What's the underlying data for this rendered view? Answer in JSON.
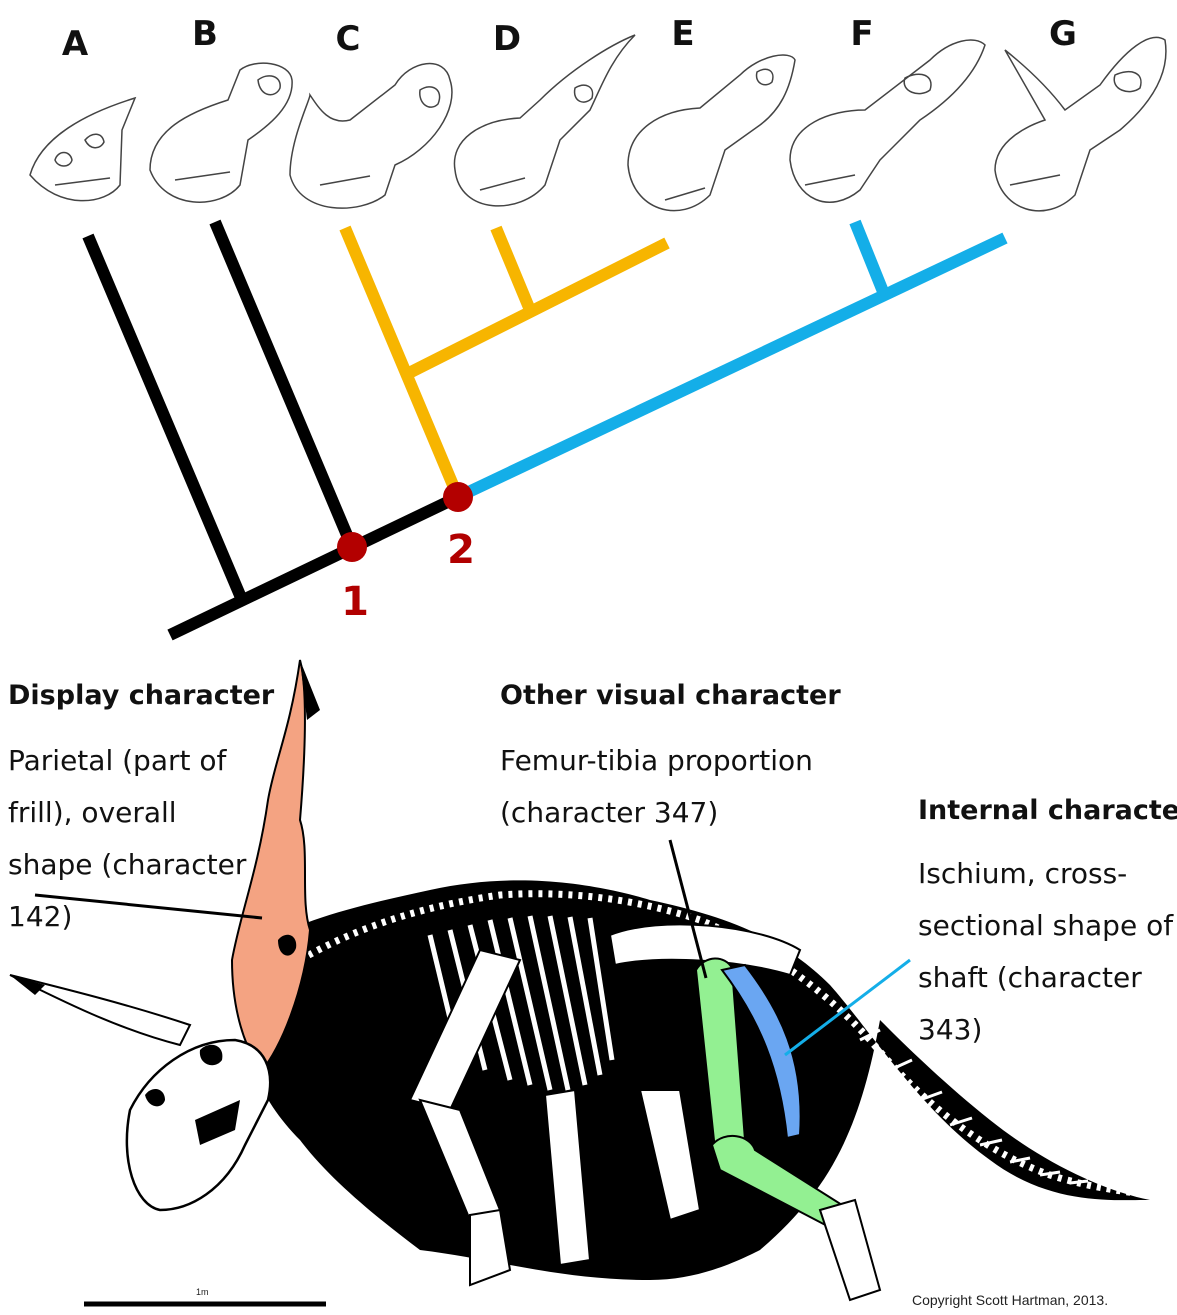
{
  "taxa": [
    "A",
    "B",
    "C",
    "D",
    "E",
    "F",
    "G"
  ],
  "nodes": [
    "1",
    "2"
  ],
  "colors": {
    "basal": "#000000",
    "clade_yellow": "#F7B500",
    "clade_blue": "#14AEE8",
    "node": "#B30000",
    "frill": "#F4A382",
    "femur": "#93F092",
    "ischium": "#6AA6F2"
  },
  "annotations": {
    "display": {
      "heading": "Display character",
      "lines": [
        "Parietal (part of",
        "frill), overall",
        "shape (character",
        "142)"
      ]
    },
    "other": {
      "heading": "Other visual character",
      "lines": [
        "Femur-tibia proportion",
        "(character 347)"
      ]
    },
    "internal": {
      "heading": "Internal character",
      "lines": [
        "Ischium, cross-",
        "sectional shape of",
        "shaft (character",
        "343)"
      ]
    }
  },
  "scale_bar": {
    "label": "1m"
  },
  "copyright": "Copyright Scott Hartman, 2013."
}
